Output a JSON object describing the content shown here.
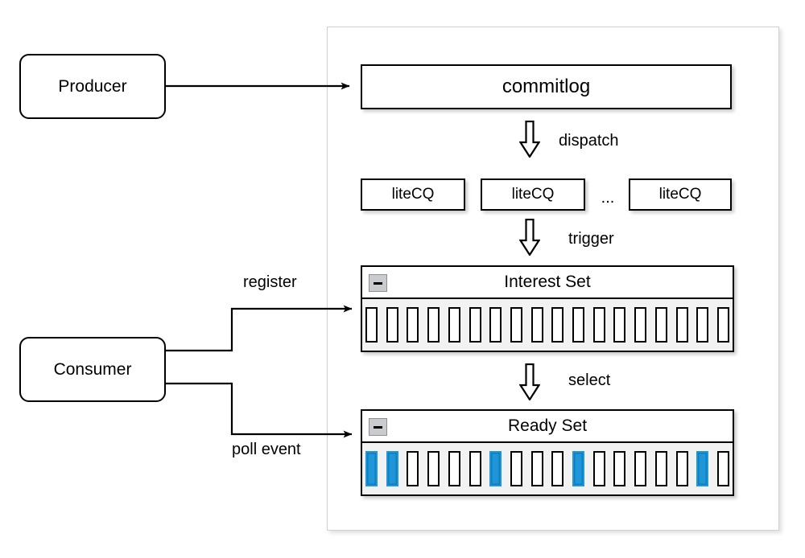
{
  "diagram": {
    "title": "Message broker commitlog / consume queue architecture",
    "accent_color": "#1f96d8",
    "line_color": "#000000",
    "container_border_color": "#d0d0d0",
    "strip_background": "#f2f2f2"
  },
  "endpoints": {
    "producer": {
      "label": "Producer"
    },
    "consumer": {
      "label": "Consumer"
    }
  },
  "broker": {
    "commitlog": {
      "label": "commitlog"
    },
    "litecq": {
      "boxes": [
        {
          "label": "liteCQ"
        },
        {
          "label": "liteCQ"
        },
        {
          "label": "liteCQ"
        }
      ],
      "ellipsis": "..."
    },
    "interest_set": {
      "title": "Interest Set",
      "collapse_icon": "minus-icon",
      "cell_count": 18,
      "filled_indices": []
    },
    "ready_set": {
      "title": "Ready Set",
      "collapse_icon": "minus-icon",
      "cell_count": 18,
      "filled_indices": [
        0,
        1,
        6,
        10,
        16
      ]
    }
  },
  "edges": {
    "produce": {
      "label": ""
    },
    "dispatch": {
      "label": "dispatch",
      "arrow": "down-block-arrow"
    },
    "trigger": {
      "label": "trigger",
      "arrow": "down-block-arrow"
    },
    "select": {
      "label": "select",
      "arrow": "down-block-arrow"
    },
    "register": {
      "label": "register"
    },
    "poll_event": {
      "label": "poll event"
    }
  }
}
